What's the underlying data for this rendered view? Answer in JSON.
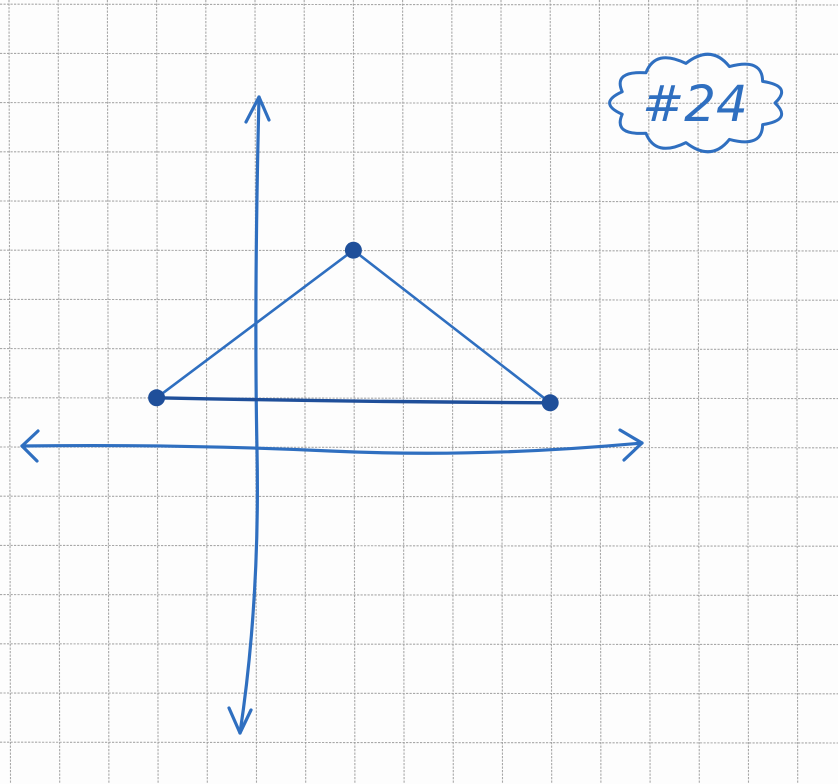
{
  "colors": {
    "paper": "#fdfdfd",
    "grid": "#9a9a9a",
    "ink": "#2f6fc0",
    "ink_dark": "#1f4f9a"
  },
  "problem_tag": {
    "text": "#24",
    "icon": "cloud-icon"
  },
  "diagram": {
    "type": "coordinate-plane",
    "axes": [
      "x-axis",
      "y-axis"
    ],
    "axis_arrows": "both-ends",
    "shape": "triangle",
    "vertices": [
      {
        "name": "left-vertex",
        "x": -2,
        "y": 1
      },
      {
        "name": "apex-vertex",
        "x": 2,
        "y": 4
      },
      {
        "name": "right-vertex",
        "x": 6,
        "y": 1
      }
    ]
  }
}
